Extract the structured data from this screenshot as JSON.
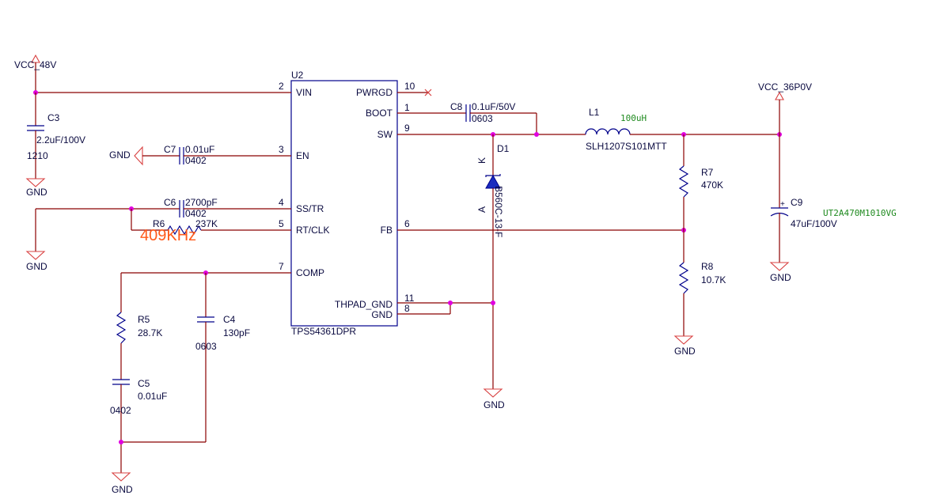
{
  "ic": {
    "ref": "U2",
    "part": "TPS54361DPR",
    "pins_left": [
      {
        "num": "2",
        "name": "VIN"
      },
      {
        "num": "3",
        "name": "EN"
      },
      {
        "num": "4",
        "name": "SS/TR"
      },
      {
        "num": "5",
        "name": "RT/CLK"
      },
      {
        "num": "7",
        "name": "COMP"
      }
    ],
    "pins_right": [
      {
        "num": "10",
        "name": "PWRGD"
      },
      {
        "num": "1",
        "name": "BOOT"
      },
      {
        "num": "9",
        "name": "SW"
      },
      {
        "num": "6",
        "name": "FB"
      },
      {
        "num": "11",
        "name": "THPAD_GND"
      },
      {
        "num": "8",
        "name": "GND"
      }
    ]
  },
  "nets": {
    "vin": "VCC_48V",
    "vout": "VCC_36P0V",
    "gnd": "GND"
  },
  "components": {
    "C3": {
      "ref": "C3",
      "value": "2.2uF/100V",
      "pkg": "1210"
    },
    "C7": {
      "ref": "C7",
      "value": "0.01uF",
      "pkg": "0402"
    },
    "C6": {
      "ref": "C6",
      "value": "2700pF",
      "pkg": "0402"
    },
    "R6": {
      "ref": "R6",
      "value": "237K",
      "note": "409KHz"
    },
    "C8": {
      "ref": "C8",
      "value": "0.1uF/50V",
      "pkg": "0603"
    },
    "L1": {
      "ref": "L1",
      "value": "100uH",
      "part": "SLH1207S101MTT"
    },
    "D1": {
      "ref": "D1",
      "part": "B560C-13-F",
      "k": "K",
      "a": "A"
    },
    "R7": {
      "ref": "R7",
      "value": "470K"
    },
    "R8": {
      "ref": "R8",
      "value": "10.7K"
    },
    "C9": {
      "ref": "C9",
      "value": "47uF/100V",
      "part": "UT2A470M1010VG",
      "pol": "+"
    },
    "R5": {
      "ref": "R5",
      "value": "28.7K"
    },
    "C4": {
      "ref": "C4",
      "value": "130pF",
      "pkg": "0603"
    },
    "C5": {
      "ref": "C5",
      "value": "0.01uF",
      "pkg": "0402"
    }
  }
}
